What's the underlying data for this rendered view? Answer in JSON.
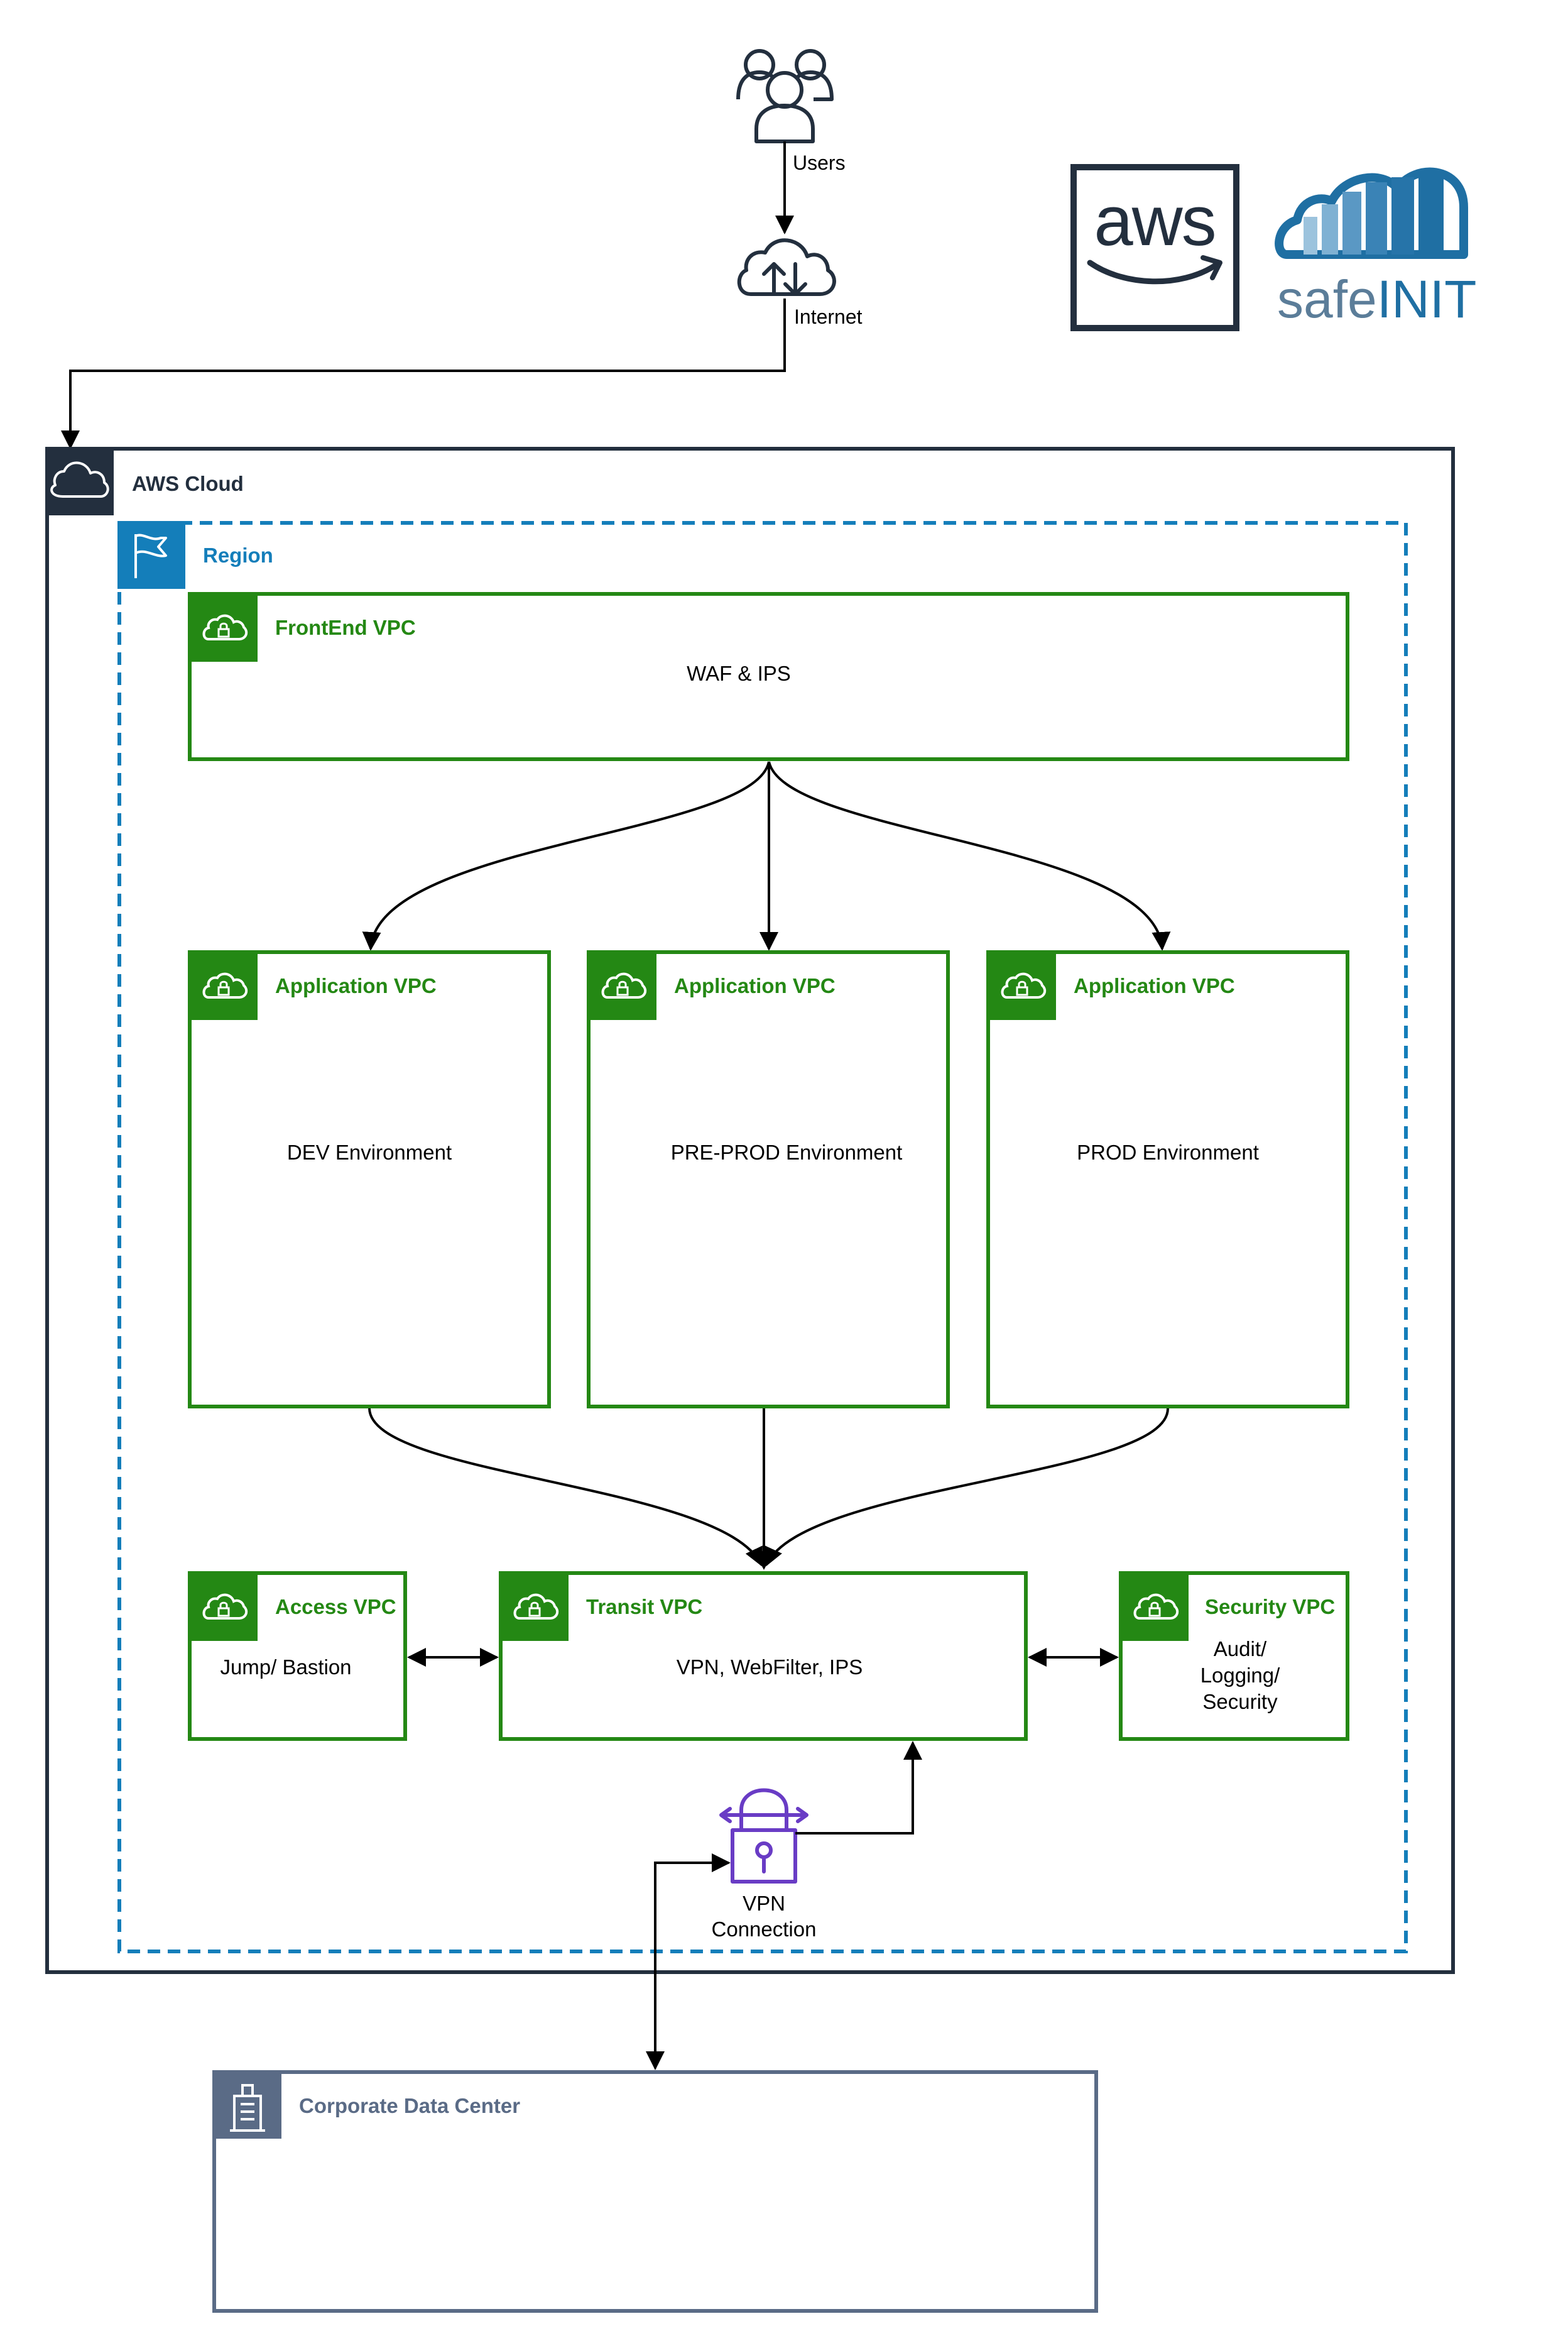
{
  "users": {
    "label": "Users",
    "icon": "users-icon"
  },
  "internet": {
    "label": "Internet",
    "icon": "cloud-upload-download-icon"
  },
  "logos": {
    "aws": {
      "text": "aws",
      "icon": "aws-logo"
    },
    "safeinit": {
      "text_safe": "safe",
      "text_init": "INIT",
      "icon": "safeinit-logo"
    }
  },
  "aws_cloud": {
    "label": "AWS Cloud",
    "icon": "cloud-icon"
  },
  "region": {
    "label": "Region",
    "icon": "flag-icon"
  },
  "frontend_vpc": {
    "title": "FrontEnd VPC",
    "content": "WAF & IPS"
  },
  "app_vpcs": [
    {
      "title": "Application VPC",
      "content": "DEV Environment"
    },
    {
      "title": "Application VPC",
      "content": "PRE-PROD Environment"
    },
    {
      "title": "Application VPC",
      "content": "PROD Environment"
    }
  ],
  "access_vpc": {
    "title": "Access VPC",
    "content": "Jump/ Bastion"
  },
  "transit_vpc": {
    "title": "Transit VPC",
    "content": "VPN, WebFilter, IPS"
  },
  "security_vpc": {
    "title": "Security VPC",
    "content_lines": [
      "Audit/",
      "Logging/",
      "Security"
    ]
  },
  "vpn": {
    "label_lines": [
      "VPN",
      "Connection"
    ],
    "icon": "vpn-connection-icon"
  },
  "corporate_dc": {
    "title": "Corporate Data Center",
    "icon": "corporate-building-icon"
  },
  "colors": {
    "vpc_green": "#248814",
    "region_blue": "#147eba",
    "aws_dark": "#232f3e",
    "corp_gray": "#5a6b86",
    "vpn_purple": "#693cc5",
    "safeinit_blue": "#1f6fa3",
    "safeinit_gray": "#5b7d99"
  }
}
